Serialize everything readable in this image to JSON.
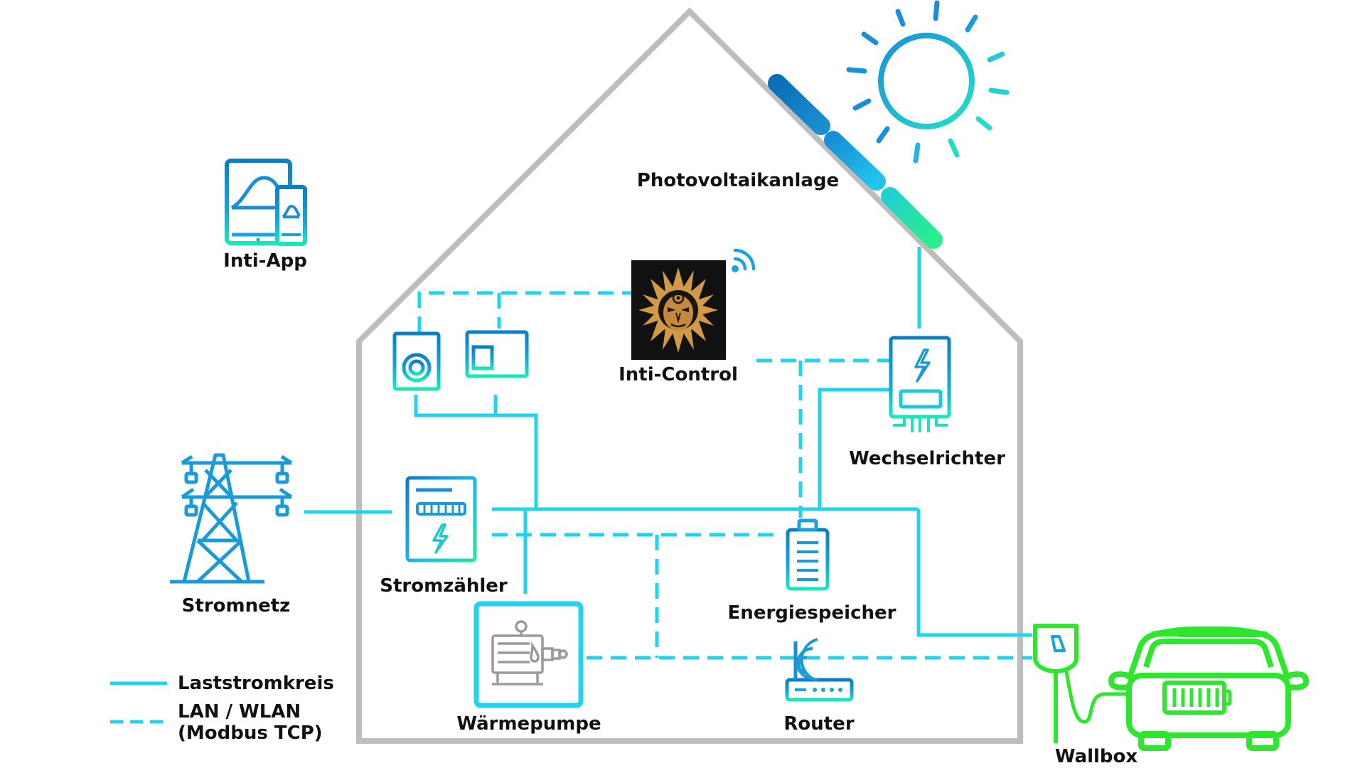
{
  "labels": {
    "photovoltaik": "Photovoltaikanlage",
    "inti_app": "Inti-App",
    "inti_control": "Inti-Control",
    "wechselrichter": "Wechselrichter",
    "stromnetz": "Stromnetz",
    "stromzaehler": "Stromzähler",
    "energiespeicher": "Energiespeicher",
    "waermepumpe": "Wärmepumpe",
    "router": "Router",
    "wallbox": "Wallbox"
  },
  "legend": {
    "solid_label": "Laststromkreis",
    "dashed_label_line1": "LAN / WLAN",
    "dashed_label_line2": "(Modbus TCP)"
  },
  "icons": {
    "sun": "sun-icon",
    "pv_panels": "solar-panel-icon",
    "tablet": "tablet-icon",
    "phone": "phone-icon",
    "control_logo": "sun-mask-logo",
    "wifi": "wifi-icon",
    "washing_machine": "washing-machine-icon",
    "monitor": "monitor-icon",
    "inverter": "inverter-icon",
    "pylon": "power-pylon-icon",
    "meter": "electricity-meter-icon",
    "battery": "battery-icon",
    "heat_pump": "heat-pump-icon",
    "router": "router-icon",
    "wallbox": "wallbox-icon",
    "car": "electric-car-icon"
  },
  "colors": {
    "house": "#bdbdbd",
    "line": "#22d3ee",
    "blue_dark": "#0b7fc4",
    "blue_mid": "#1aa3e0",
    "teal": "#19e0c0",
    "green": "#2ee62e",
    "logo_bg": "#111111",
    "logo_gold": "#d39a45"
  }
}
